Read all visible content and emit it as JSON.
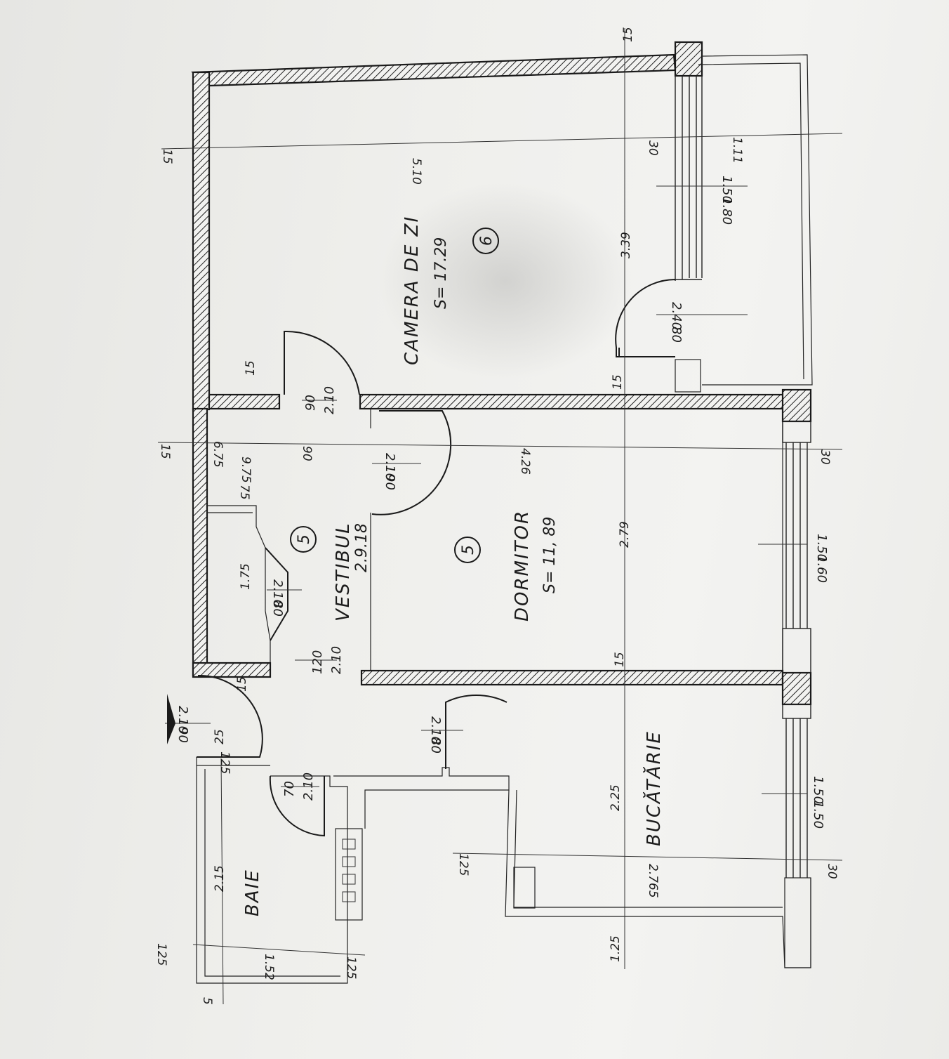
{
  "rooms": {
    "living": {
      "name": "CAMERA DE ZI",
      "area": "S= 17.29",
      "number": "6"
    },
    "bedroom": {
      "name": "DORMITOR",
      "area": "S= 11, 89",
      "number": "5"
    },
    "hall": {
      "name": "VESTIBUL",
      "area": "2.9.18",
      "number": "5"
    },
    "kitchen": {
      "name": "BUCĂTĂRIE"
    },
    "bath": {
      "name": "BAIE"
    }
  },
  "dimensions": {
    "living_width": "5.10",
    "living_depth": "3.39",
    "living_wall_left": "15",
    "living_wall_right": "30",
    "balcony": "1.11",
    "length_total": "4.26",
    "axis_15": "15",
    "axis_30": "30",
    "axis_675": "6.75",
    "axis_975": "9.75",
    "axis_75": "75",
    "axis_90": "90",
    "bedroom_depth": "2.79",
    "closet": "1.75",
    "kitchen_depth": "2.25",
    "kitchen_width": "2.765",
    "kitchen_125": "125",
    "kitchen_30": "30",
    "bath_length": "2.15",
    "bath_width": "1.52",
    "bath_125a": "125",
    "bath_125b": "125",
    "bath_125c": "125",
    "bath_5": "5",
    "kitchen_bottom_125": "1.25",
    "wall_15_a": "15",
    "wall_15_b": "15",
    "wall_15_c": "15",
    "wall_15_d": "15",
    "wall_15_e": "15",
    "wall_25": "25"
  },
  "openings": {
    "win_living": {
      "top": "1.50",
      "bottom": "1.80"
    },
    "balcony_door": {
      "top": "2.40",
      "bottom": "80"
    },
    "door_living": {
      "top": "90",
      "bottom": "2.10"
    },
    "door_bedroom": {
      "top": "2.10",
      "bottom": "90"
    },
    "win_bedroom": {
      "top": "1.50",
      "bottom": "1.60"
    },
    "door_closet": {
      "top": "2.10",
      "bottom": "80"
    },
    "opening_hall": {
      "top": "120",
      "bottom": "2.10"
    },
    "entry_door": {
      "top": "2.10",
      "bottom": "90"
    },
    "door_kitchen": {
      "top": "2.10",
      "bottom": "80"
    },
    "door_bath": {
      "top": "70",
      "bottom": "2.10"
    },
    "win_kitchen": {
      "top": "1.50",
      "bottom": "1.50"
    }
  },
  "colors": {
    "ink": "#1a1a1a",
    "paper": "#efefec"
  }
}
